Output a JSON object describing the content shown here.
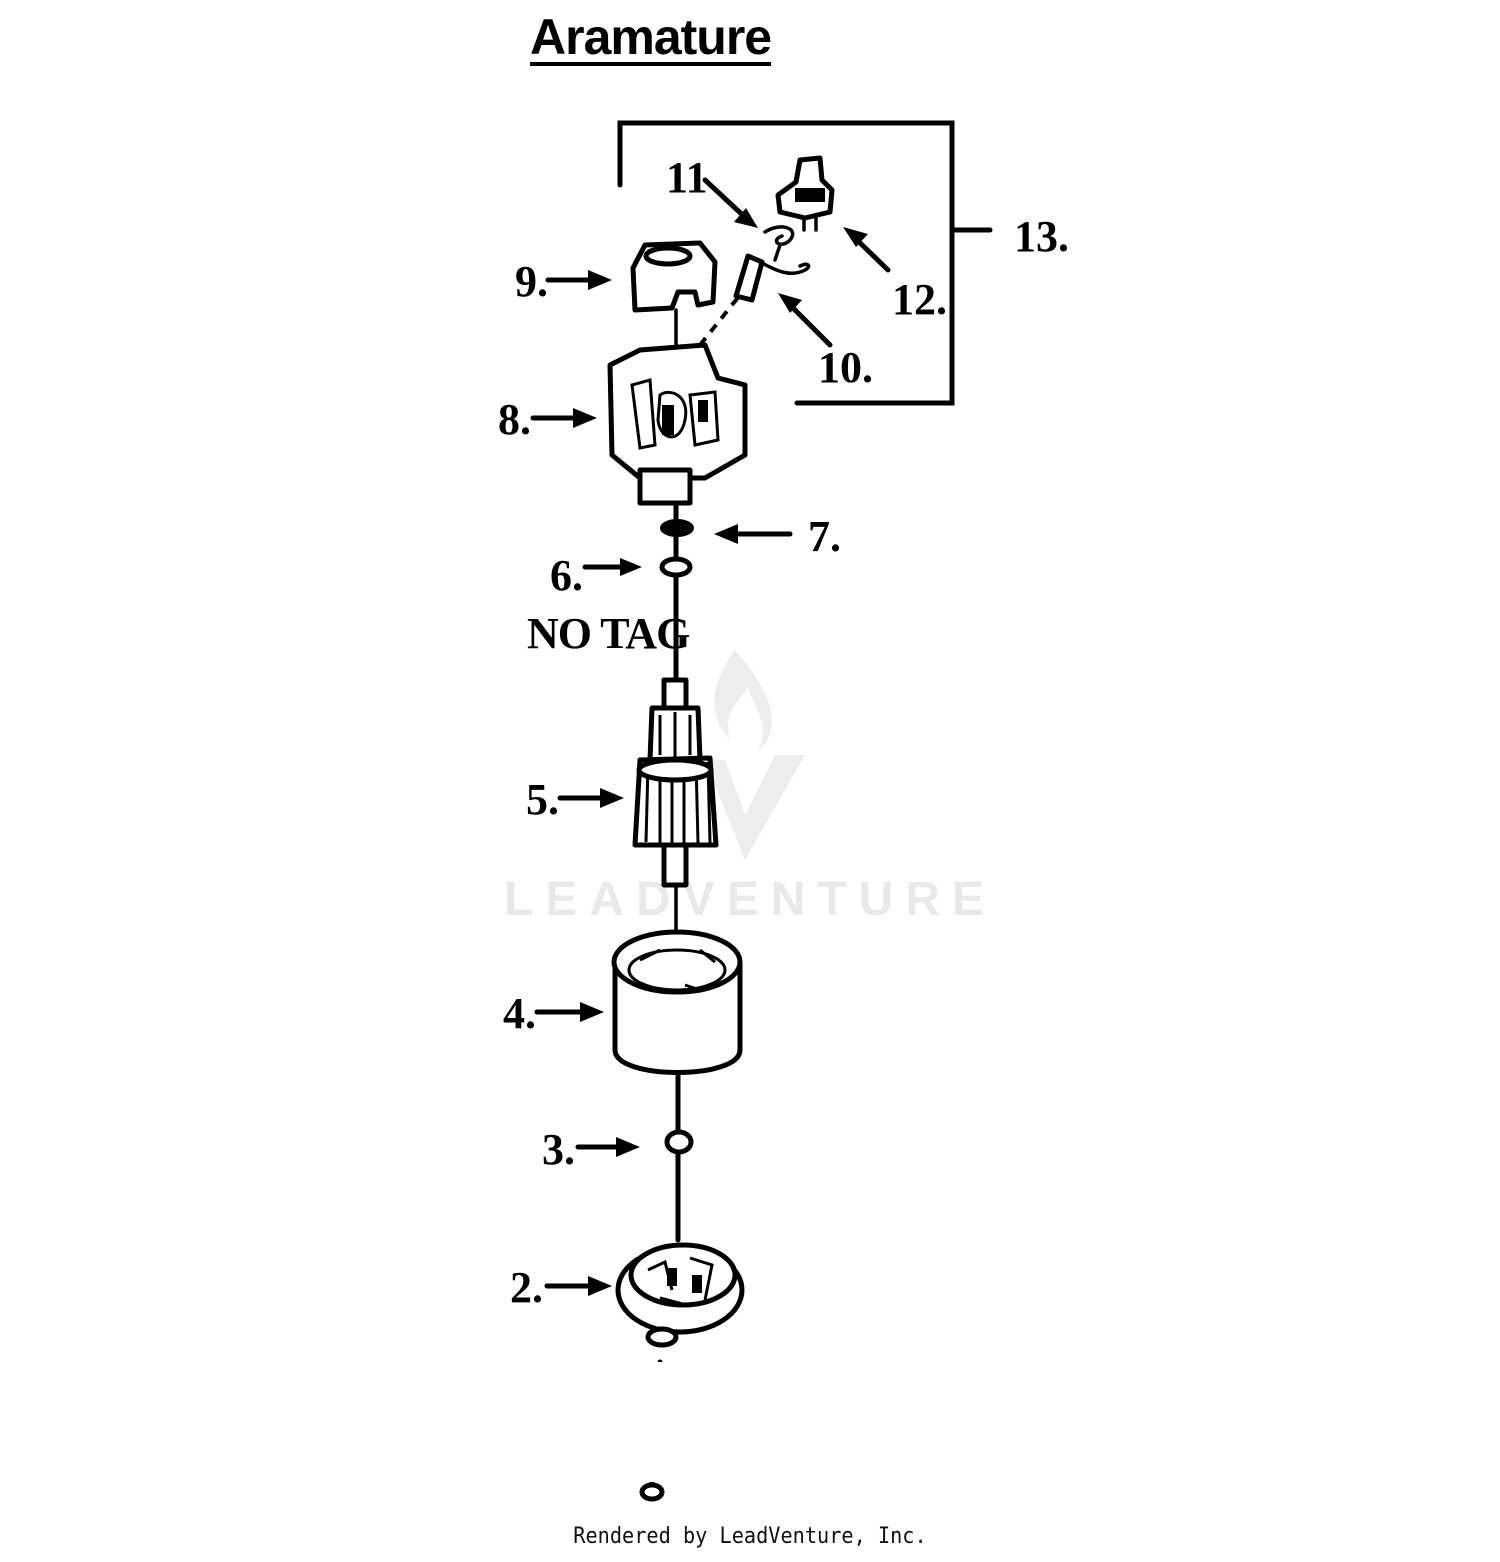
{
  "diagram": {
    "title": "Aramature",
    "callouts": [
      {
        "id": "label-13",
        "text": "13."
      },
      {
        "id": "label-11",
        "text": "11"
      },
      {
        "id": "label-12",
        "text": "12."
      },
      {
        "id": "label-10",
        "text": "10."
      },
      {
        "id": "label-9",
        "text": "9."
      },
      {
        "id": "label-8",
        "text": "8."
      },
      {
        "id": "label-7",
        "text": "7."
      },
      {
        "id": "label-6",
        "text": "6."
      },
      {
        "id": "label-notag",
        "text": "NO TAG"
      },
      {
        "id": "label-5",
        "text": "5."
      },
      {
        "id": "label-4",
        "text": "4."
      },
      {
        "id": "label-3",
        "text": "3."
      },
      {
        "id": "label-2",
        "text": "2."
      }
    ],
    "watermark": "LEADVENTURE",
    "footer": "Rendered by LeadVenture, Inc."
  }
}
